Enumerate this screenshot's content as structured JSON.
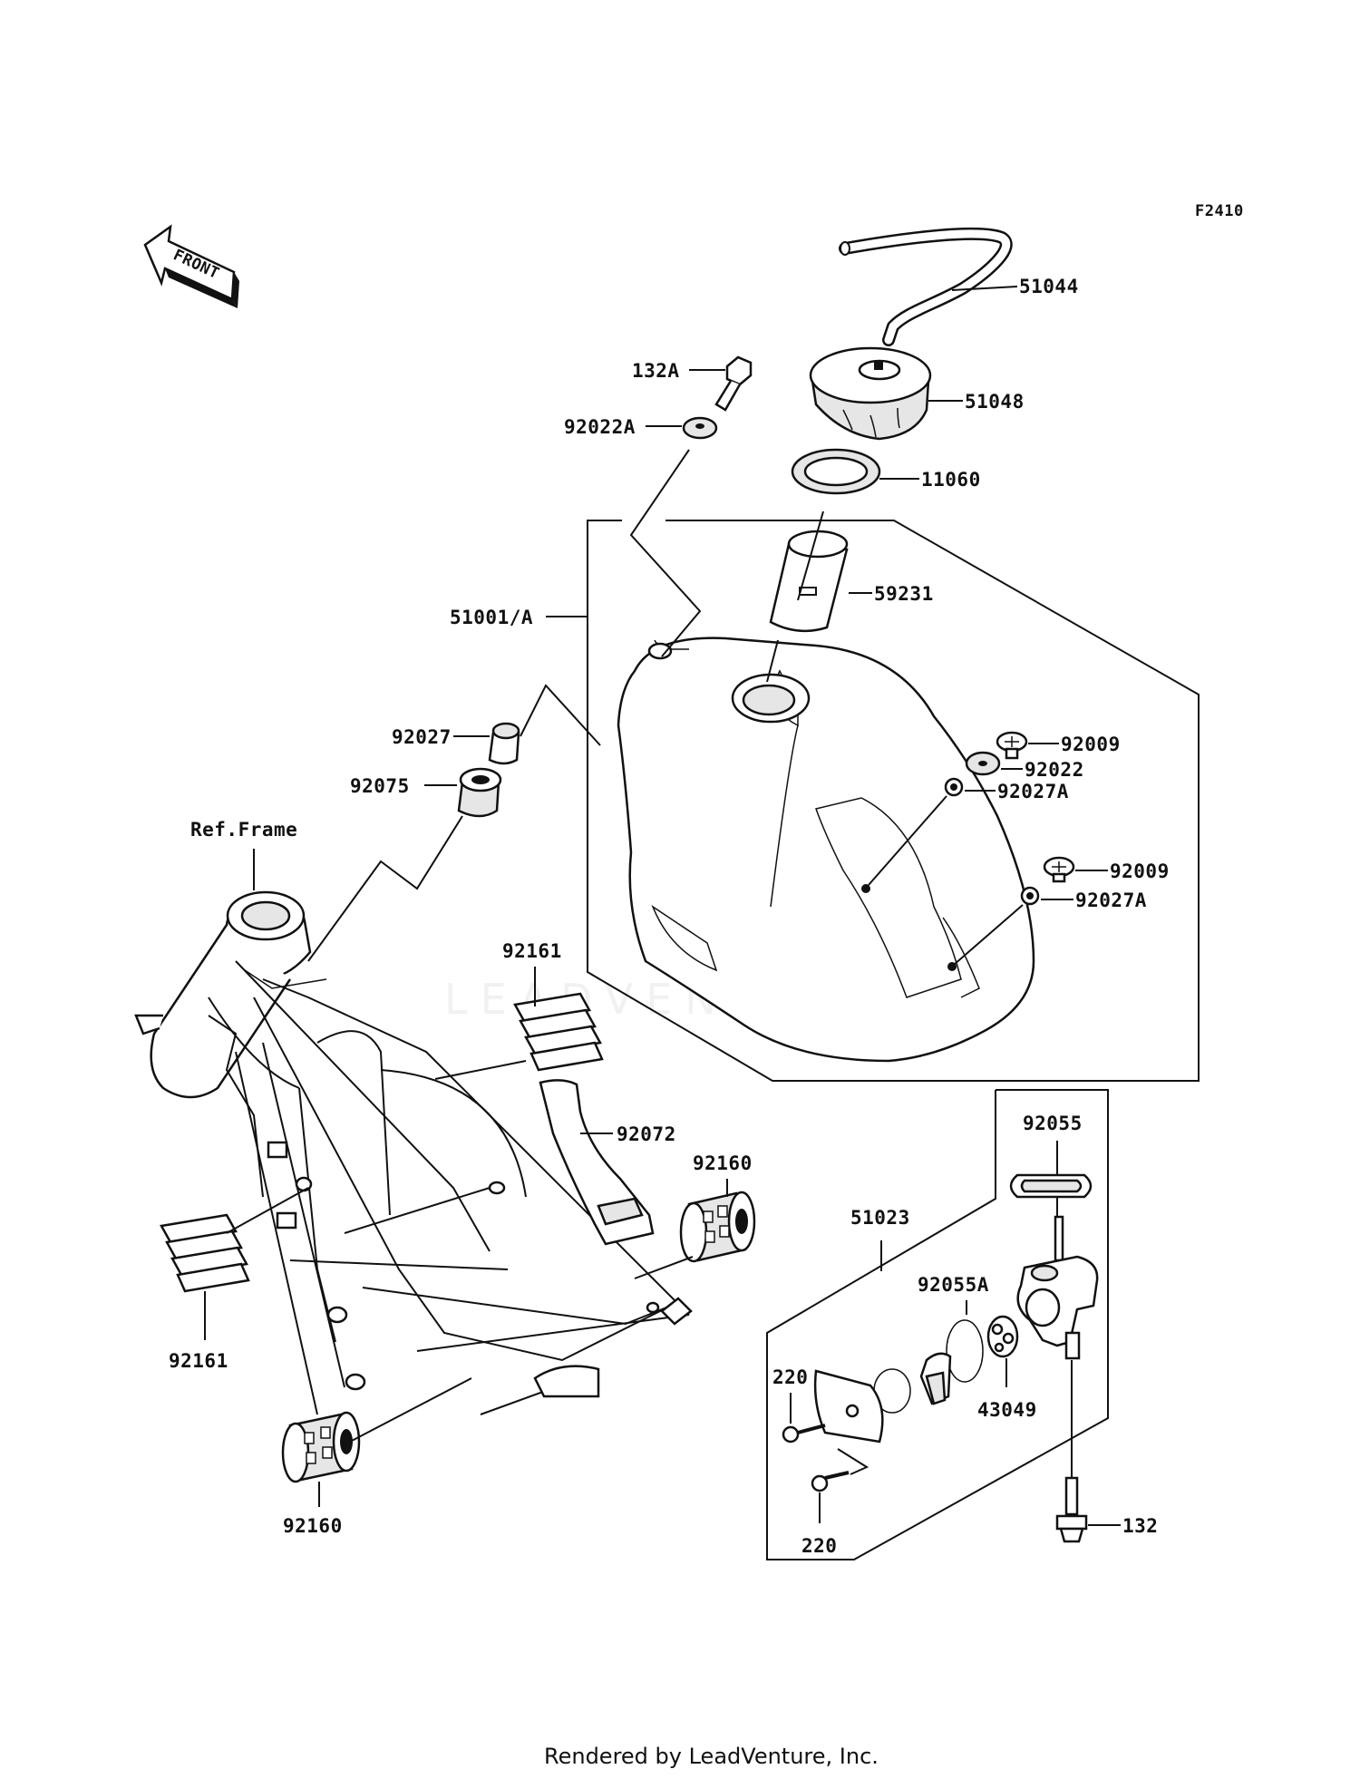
{
  "diagram": {
    "figure_code": "F2410",
    "front_arrow_label": "FRONT",
    "ref_frame_label": "Ref.Frame",
    "watermark": "LEADVENTURE",
    "footer": "Rendered by LeadVenture, Inc.",
    "parts": {
      "p51044": "51044",
      "p51048": "51048",
      "p132A": "132A",
      "p92022A": "92022A",
      "p11060": "11060",
      "p51001A": "51001/A",
      "p59231": "59231",
      "p92027": "92027",
      "p92075": "92075",
      "p92009a": "92009",
      "p92022": "92022",
      "p92027Aa": "92027A",
      "p92009b": "92009",
      "p92027Ab": "92027A",
      "p92161a": "92161",
      "p92072": "92072",
      "p92160a": "92160",
      "p92161b": "92161",
      "p92160b": "92160",
      "p92055": "92055",
      "p51023": "51023",
      "p92055A": "92055A",
      "p220a": "220",
      "p43049": "43049",
      "p220b": "220",
      "p132": "132"
    }
  }
}
